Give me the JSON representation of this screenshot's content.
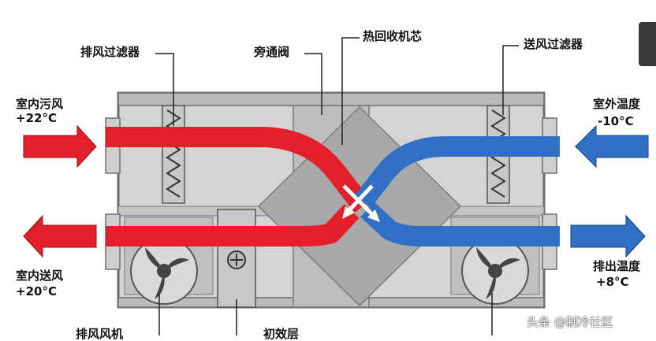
{
  "labels": {
    "exhaust_filter": "排风过滤器",
    "bypass_valve": "旁通阀",
    "heat_recovery_core": "热回收机芯",
    "supply_filter": "送风过滤器",
    "indoor_exhaust": "室内污风",
    "indoor_exhaust_temp": "+22°C",
    "outdoor_temp": "室外温度",
    "outdoor_temp_value": "-10°C",
    "indoor_supply": "室内送风",
    "indoor_supply_temp": "+20°C",
    "discharge_temp": "排出温度",
    "discharge_temp_value": "+8°C",
    "bottom_left_partial": "排风风机",
    "bottom_mid_partial": "初效层"
  },
  "watermark": "头条 @制冷社区",
  "colors": {
    "warm_flow": "#e3202a",
    "cold_flow": "#2f6fc4",
    "casing": "#c9c9c9",
    "casing_dark": "#8a8a8a",
    "core": "#b4b4b4"
  },
  "icons": [
    "red-arrow-icon",
    "blue-arrow-icon",
    "fan-icon",
    "filter-icon",
    "bypass-valve-icon"
  ]
}
